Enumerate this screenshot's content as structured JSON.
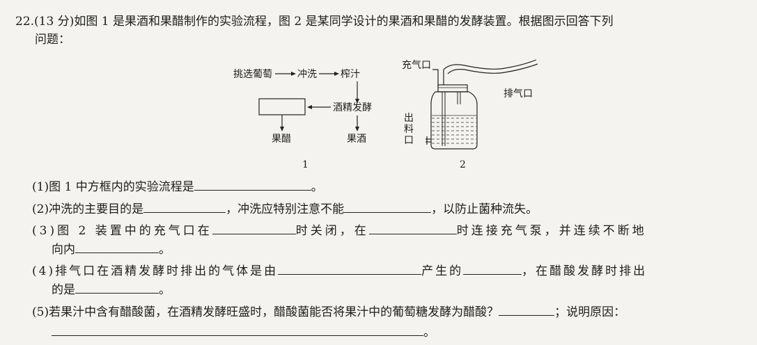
{
  "question": {
    "line1": "22.(13 分)如图 1 是果酒和果醋制作的实验流程，图 2 是某同学设计的果酒和果醋的发酵装置。根据图示回答下列",
    "line2": "问题："
  },
  "figure1": {
    "step1": "挑选葡萄",
    "step2": "冲洗",
    "step3": "榨汁",
    "step4": "酒精发酵",
    "out_vinegar": "果醋",
    "out_wine": "果酒",
    "caption": "1"
  },
  "figure2": {
    "inlet": "充气口",
    "outlet": "排气口",
    "drain_1": "出",
    "drain_2": "料",
    "drain_3": "口",
    "caption": "2"
  },
  "subquestions": {
    "q1": {
      "pre": "(1)图 1 中方框内的实验流程是",
      "post": "。"
    },
    "q2": {
      "pre": "(2)冲洗的主要目的是",
      "mid": "，冲洗应特别注意不能",
      "post": "，以防止菌种流失。"
    },
    "q3": {
      "pre": "(3)图 2 装置中的充气口在",
      "mid": "时关闭，在",
      "post": "时连接充气泵，并连续不断地",
      "cont": "向内",
      "end": "。"
    },
    "q4": {
      "pre": "(4)排气口在酒精发酵时排出的气体是由",
      "mid": "产生的",
      "post": "，在醋酸发酵时排出",
      "cont": "的是",
      "end": "。"
    },
    "q5": {
      "pre": "(5)若果汁中含有醋酸菌，在酒精发酵旺盛时，醋酸菌能否将果汁中的葡萄糖发酵为醋酸？",
      "post": "；说明原因：",
      "end": "。"
    }
  }
}
